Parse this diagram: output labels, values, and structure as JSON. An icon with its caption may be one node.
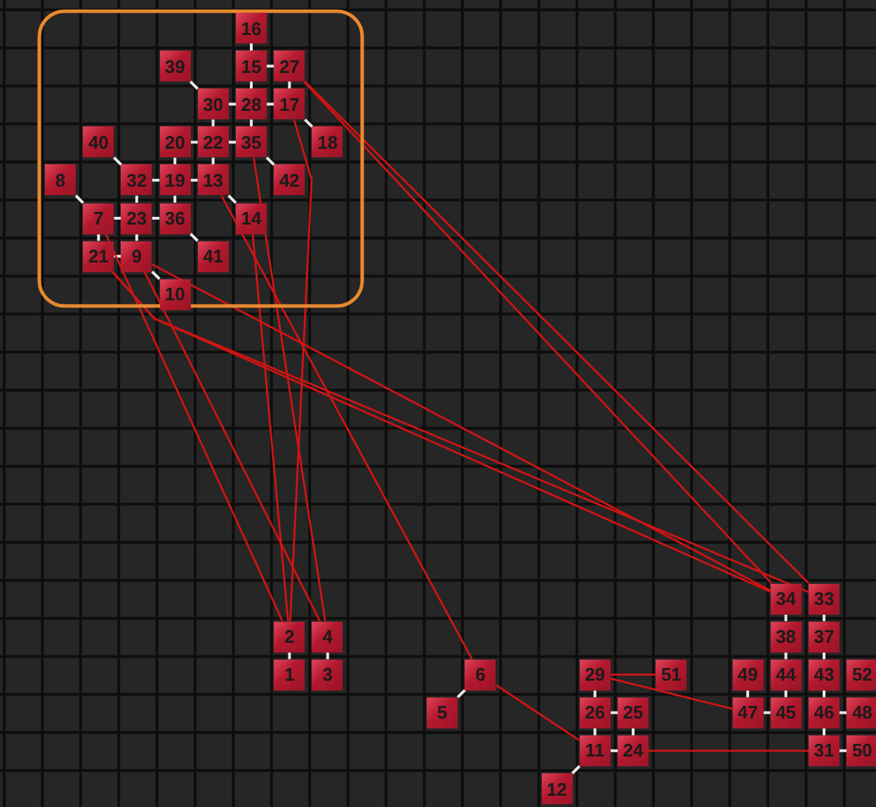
{
  "diagram": {
    "nodes": [
      {
        "text": [
          "16"
        ]
      },
      {
        "text": [
          "39"
        ]
      },
      {
        "text": [
          "15"
        ]
      },
      {
        "text": [
          "27"
        ]
      },
      {
        "text": [
          "30"
        ]
      },
      {
        "text": [
          "28"
        ]
      },
      {
        "text": [
          "17"
        ]
      },
      {
        "text": [
          "40"
        ]
      },
      {
        "text": [
          "20"
        ]
      },
      {
        "text": [
          "22"
        ]
      },
      {
        "text": [
          "35"
        ]
      },
      {
        "text": [
          "18"
        ]
      },
      {
        "text": [
          "8"
        ]
      },
      {
        "text": [
          "32"
        ]
      },
      {
        "text": [
          "19"
        ]
      },
      {
        "text": [
          "13"
        ]
      },
      {
        "text": [
          "42"
        ]
      },
      {
        "text": [
          "7"
        ]
      },
      {
        "text": [
          "23"
        ]
      },
      {
        "text": [
          "36"
        ]
      },
      {
        "text": [
          "14"
        ]
      },
      {
        "text": [
          "21"
        ]
      },
      {
        "text": [
          "9"
        ]
      },
      {
        "text": [
          "41"
        ]
      },
      {
        "text": [
          "10"
        ]
      },
      {
        "text": [
          "34"
        ]
      },
      {
        "text": [
          "33"
        ]
      },
      {
        "text": [
          "2"
        ]
      },
      {
        "text": [
          "4"
        ]
      },
      {
        "text": [
          "38"
        ]
      },
      {
        "text": [
          "37"
        ]
      },
      {
        "text": [
          "1"
        ]
      },
      {
        "text": [
          "3"
        ]
      },
      {
        "text": [
          "6"
        ]
      },
      {
        "text": [
          "29"
        ]
      },
      {
        "text": [
          "51"
        ]
      },
      {
        "text": [
          "49"
        ]
      },
      {
        "text": [
          "44"
        ]
      },
      {
        "text": [
          "43"
        ]
      },
      {
        "text": [
          "52"
        ]
      },
      {
        "text": [
          "5"
        ]
      },
      {
        "text": [
          "26"
        ]
      },
      {
        "text": [
          "25"
        ]
      },
      {
        "text": [
          "47"
        ]
      },
      {
        "text": [
          "45"
        ]
      },
      {
        "text": [
          "46"
        ]
      },
      {
        "text": [
          "48"
        ]
      },
      {
        "text": [
          "11"
        ]
      },
      {
        "text": [
          "24"
        ]
      },
      {
        "text": [
          "31"
        ]
      },
      {
        "text": [
          "50"
        ]
      },
      {
        "text": [
          "12"
        ]
      }
    ],
    "edges": [
      {
        "from": 0,
        "to": 2,
        "arrow": "none"
      },
      {
        "from": 2,
        "to": 5,
        "arrow": "none"
      },
      {
        "from": 5,
        "to": 10,
        "arrow": "none"
      },
      {
        "from": 2,
        "to": 3,
        "arrow": "none"
      },
      {
        "from": 3,
        "to": 6,
        "arrow": "none"
      },
      {
        "from": 6,
        "to": 5,
        "arrow": "none"
      },
      {
        "from": 4,
        "to": 5,
        "arrow": "none"
      },
      {
        "from": 1,
        "to": 4,
        "arrow": "none"
      },
      {
        "from": 6,
        "to": 11,
        "arrow": "none"
      },
      {
        "from": 10,
        "to": 16,
        "arrow": "none"
      },
      {
        "from": 4,
        "to": 9,
        "arrow": "none"
      },
      {
        "from": 9,
        "to": 15,
        "arrow": "none"
      },
      {
        "from": 15,
        "to": 14,
        "arrow": "none"
      },
      {
        "from": 14,
        "to": 13,
        "arrow": "none"
      },
      {
        "from": 8,
        "to": 9,
        "arrow": "none"
      },
      {
        "from": 9,
        "to": 10,
        "arrow": "none"
      },
      {
        "from": 8,
        "to": 14,
        "arrow": "none"
      },
      {
        "from": 14,
        "to": 19,
        "arrow": "none"
      },
      {
        "from": 19,
        "to": 18,
        "arrow": "none"
      },
      {
        "from": 18,
        "to": 17,
        "arrow": "none"
      },
      {
        "from": 17,
        "to": 21,
        "arrow": "none"
      },
      {
        "from": 21,
        "to": 22,
        "arrow": "none"
      },
      {
        "from": 13,
        "to": 18,
        "arrow": "none"
      },
      {
        "from": 18,
        "to": 22,
        "arrow": "none"
      },
      {
        "from": 7,
        "to": 13,
        "arrow": "none"
      },
      {
        "from": 12,
        "to": 17,
        "arrow": "none"
      },
      {
        "from": 15,
        "to": 20,
        "arrow": "none"
      },
      {
        "from": 19,
        "to": 23,
        "arrow": "none"
      },
      {
        "from": 22,
        "to": 24,
        "arrow": "none"
      },
      {
        "from": 27,
        "to": 31,
        "arrow": "none"
      },
      {
        "from": 28,
        "to": 32,
        "arrow": "none"
      },
      {
        "from": 33,
        "to": 40,
        "arrow": "none"
      },
      {
        "from": 34,
        "to": 41,
        "arrow": "none"
      },
      {
        "from": 41,
        "to": 47,
        "arrow": "none"
      },
      {
        "from": 41,
        "to": 42,
        "arrow": "none"
      },
      {
        "from": 42,
        "to": 48,
        "arrow": "none"
      },
      {
        "from": 47,
        "to": 48,
        "arrow": "none"
      },
      {
        "from": 47,
        "to": 51,
        "arrow": "none"
      },
      {
        "from": 36,
        "to": 43,
        "arrow": "none"
      },
      {
        "from": 43,
        "to": 44,
        "arrow": "none"
      },
      {
        "from": 44,
        "to": 37,
        "arrow": "none"
      },
      {
        "from": 37,
        "to": 29,
        "arrow": "none"
      },
      {
        "from": 29,
        "to": 25,
        "arrow": "none"
      },
      {
        "from": 26,
        "to": 30,
        "arrow": "none"
      },
      {
        "from": 30,
        "to": 38,
        "arrow": "none"
      },
      {
        "from": 38,
        "to": 45,
        "arrow": "none"
      },
      {
        "from": 45,
        "to": 49,
        "arrow": "none"
      },
      {
        "from": 45,
        "to": 46,
        "arrow": "none"
      },
      {
        "from": 49,
        "to": 50,
        "arrow": "none"
      },
      {
        "from": 3,
        "to": 25,
        "arrow": "none",
        "color": "#d01414"
      },
      {
        "from": 3,
        "to": 26,
        "arrow": "none",
        "color": "#d01414"
      },
      {
        "from": 21,
        "to": 25,
        "arrow": "none",
        "color": "#d01414"
      },
      {
        "from": 21,
        "to": 26,
        "arrow": "none",
        "color": "#d01414"
      },
      {
        "from": 22,
        "to": 25,
        "arrow": "none",
        "color": "#d01414"
      },
      {
        "from": 17,
        "to": 27,
        "arrow": "none",
        "color": "#d01414"
      },
      {
        "from": 22,
        "to": 28,
        "arrow": "none",
        "color": "#d01414"
      },
      {
        "from": 6,
        "to": 27,
        "arrow": "none",
        "color": "#d01414"
      },
      {
        "from": 10,
        "to": 28,
        "arrow": "none",
        "color": "#d01414"
      },
      {
        "from": 20,
        "to": 27,
        "arrow": "none",
        "color": "#d01414"
      },
      {
        "from": 15,
        "to": 33,
        "arrow": "none",
        "color": "#d01414"
      },
      {
        "from": 33,
        "to": 47,
        "arrow": "none",
        "color": "#d01414"
      },
      {
        "from": 34,
        "to": 35,
        "arrow": "none",
        "color": "#d01414"
      },
      {
        "from": 34,
        "to": 43,
        "arrow": "none",
        "color": "#d01414"
      },
      {
        "from": 48,
        "to": 49,
        "arrow": "none",
        "color": "#d01414"
      }
    ]
  }
}
